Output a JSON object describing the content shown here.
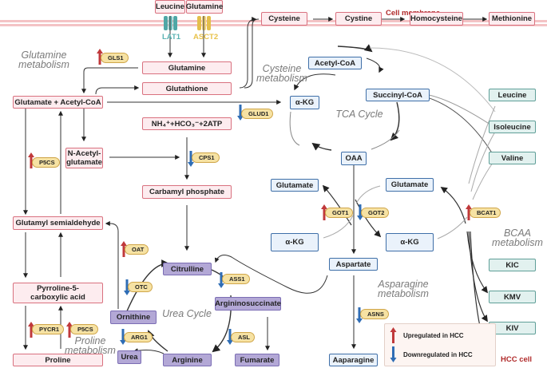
{
  "cell_membrane_label": "Cell membrane",
  "cell_label": "HCC cell",
  "transporters": [
    {
      "substrate": "Leucine",
      "name": "LAT1",
      "color": "#4fa7a6"
    },
    {
      "substrate": "Glutamine",
      "name": "ASCT2",
      "color": "#e3be4a"
    }
  ],
  "section_labels": {
    "glutamine": "Glutamine metabolism",
    "cysteine": "Cysteine metabolism",
    "tca": "TCA Cycle",
    "urea": "Urea Cycle",
    "proline": "Proline metabolism",
    "asparagine": "Asparagine metabolism",
    "bcaa": "BCAA metabolism"
  },
  "nodes": {
    "glutamine": "Glutamine",
    "glutathione": "Glutathione",
    "glutamate_acetylcoa": "Glutamate + Acetyl-CoA",
    "nh4": "NH₄⁺+HCO₃⁻+2ATP",
    "n_acetyl_glutamate": "N-Acetyl-\nglutamate",
    "carbamyl_phosphate": "Carbamyl phosphate",
    "glutamyl_semialdehyde": "Glutamyl semialdehyde",
    "p5c": "Pyrroline-5-\ncarboxylic acid",
    "proline": "Proline",
    "cysteine": "Cysteine",
    "cystine": "Cystine",
    "homocysteine": "Homocysteine",
    "methionine": "Methionine",
    "acetyl_coa": "Acetyl-CoA",
    "succinyl_coa": "Succinyl-CoA",
    "akg_tca": "α-KG",
    "oaa": "OAA",
    "glutamate_left": "Glutamate",
    "glutamate_right": "Glutamate",
    "akg_left": "α-KG",
    "akg_right": "α-KG",
    "aspartate": "Aspartate",
    "asparagine": "Aaparagine",
    "leucine": "Leucine",
    "isoleucine": "Isoleucine",
    "valine": "Valine",
    "kic": "KIC",
    "kmv": "KMV",
    "kiv": "KIV",
    "citrulline": "Citrulline",
    "argininosuccinate": "Argininosuccinate",
    "ornithine": "Ornithine",
    "arginine": "Arginine",
    "urea": "Urea",
    "fumarate": "Fumarate"
  },
  "enzymes": [
    {
      "name": "GLS1",
      "regulation": "up"
    },
    {
      "name": "GLUD1",
      "regulation": "down"
    },
    {
      "name": "CPS1",
      "regulation": "down"
    },
    {
      "name": "P5CS",
      "regulation": "up"
    },
    {
      "name": "OAT",
      "regulation": "up"
    },
    {
      "name": "OTC",
      "regulation": "down"
    },
    {
      "name": "ASS1",
      "regulation": "down"
    },
    {
      "name": "ASL",
      "regulation": "down"
    },
    {
      "name": "ARG1",
      "regulation": "down"
    },
    {
      "name": "PYCR1",
      "regulation": "up"
    },
    {
      "name": "P5CS",
      "regulation": "up"
    },
    {
      "name": "GOT1",
      "regulation": "up"
    },
    {
      "name": "GOT2",
      "regulation": "down"
    },
    {
      "name": "BCAT1",
      "regulation": "up"
    },
    {
      "name": "ASNS",
      "regulation": "down"
    }
  ],
  "legend": {
    "up": "Upregulated in HCC",
    "down": "Downregulated in HCC"
  },
  "colors": {
    "up": "#c0393b",
    "down": "#2f6db5",
    "membrane": "#f4c3c5",
    "cell_label": "#b02a2a"
  }
}
